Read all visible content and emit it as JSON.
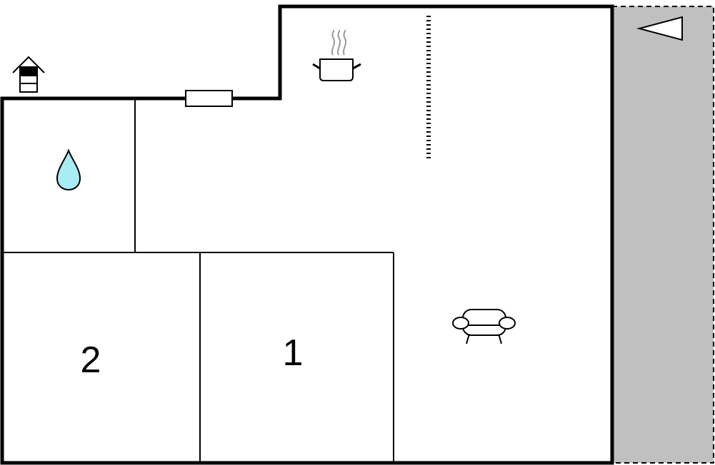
{
  "floorplan": {
    "rooms": [
      {
        "id": "bedroom-1",
        "label": "1"
      },
      {
        "id": "bedroom-2",
        "label": "2"
      }
    ],
    "icons": {
      "entrance": "house-entrance-icon",
      "bathroom": "water-drop-icon",
      "kitchen": "cooking-pot-icon",
      "living": "sofa-icon",
      "window": "window-icon",
      "stairs": "dotted-divider",
      "direction": "triangle-pointer-icon"
    },
    "terrace": {
      "type": "outdoor-area",
      "border": "dashed"
    },
    "colors": {
      "wall": "#000000",
      "terrace_fill": "#c0c0c0",
      "water_fill": "#a8ecf4",
      "steam": "#999999",
      "background": "#ffffff"
    }
  }
}
